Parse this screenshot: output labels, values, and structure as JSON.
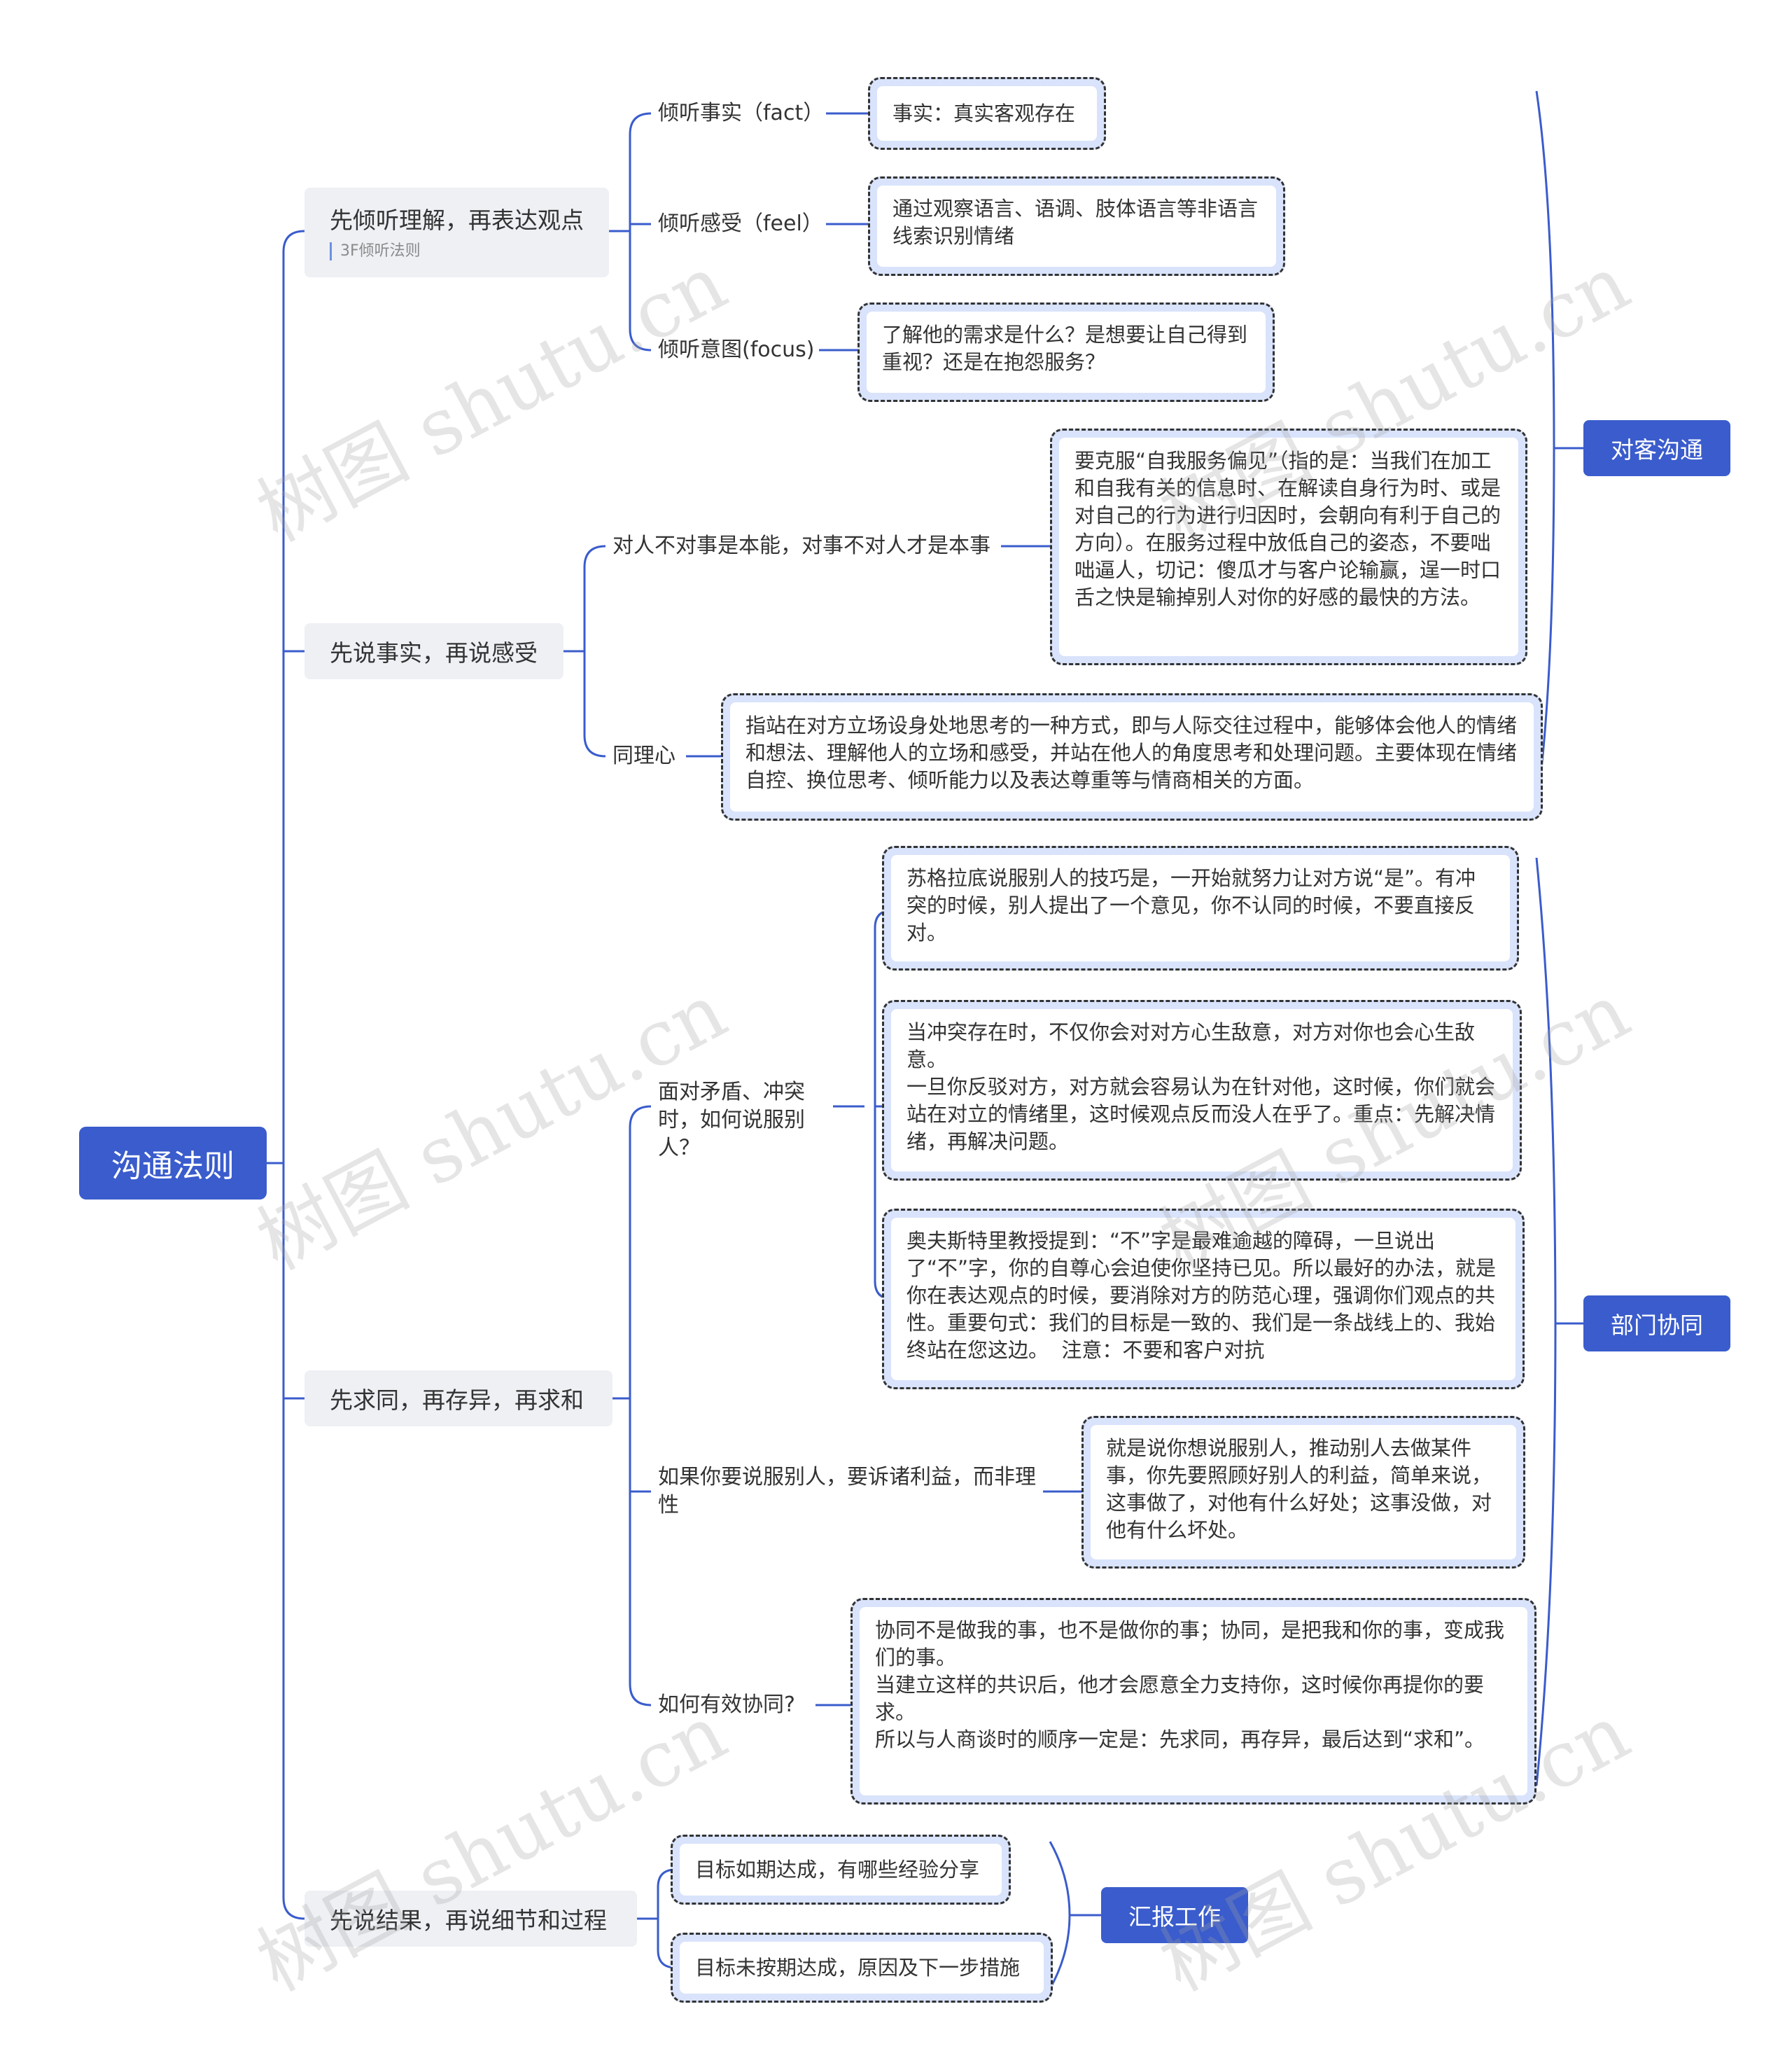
{
  "root": {
    "label": "沟通法则"
  },
  "branches": [
    {
      "label": "先倾听理解，再表达观点",
      "note": "3F倾听法则",
      "children": [
        {
          "label": "倾听事实（fact）",
          "detail": "事实：真实客观存在"
        },
        {
          "label": "倾听感受（feel）",
          "detail": "通过观察语言、语调、肢体语言等非语言线索识别情绪"
        },
        {
          "label": "倾听意图(focus)",
          "detail": "了解他的需求是什么？是想要让自己得到重视？还是在抱怨服务？"
        }
      ]
    },
    {
      "label": "先说事实，再说感受",
      "children": [
        {
          "label": "对人不对事是本能，对事不对人才是本事",
          "detail": "要克服“自我服务偏见”（指的是：当我们在加工和自我有关的信息时、在解读自身行为时、或是对自己的行为进行归因时，会朝向有利于自己的方向）。在服务过程中放低自己的姿态，不要咄咄逼人，切记：傻瓜才与客户论输赢，逞一时口舌之快是输掉别人对你的好感的最快的方法。"
        },
        {
          "label": "同理心",
          "detail": "指站在对方立场设身处地思考的一种方式，即与人际交往过程中，能够体会他人的情绪和想法、理解他人的立场和感受，并站在他人的角度思考和处理问题。主要体现在情绪自控、换位思考、倾听能力以及表达尊重等与情商相关的方面。"
        }
      ]
    },
    {
      "label": "先求同，再存异，再求和",
      "children": [
        {
          "label": "面对矛盾、冲突时，如何说服别人？",
          "details": [
            "苏格拉底说服别人的技巧是，一开始就努力让对方说“是”。有冲突的时候，别人提出了一个意见，你不认同的时候，不要直接反对。",
            "当冲突存在时，不仅你会对对方心生敌意，对方对你也会心生敌意。\n一旦你反驳对方，对方就会容易认为在针对他，这时候，你们就会站在对立的情绪里，这时候观点反而没人在乎了。重点：先解决情绪，再解决问题。",
            "奥夫斯特里教授提到：“不”字是最难逾越的障碍，一旦说出了“不”字，你的自尊心会迫使你坚持已见。所以最好的办法，就是你在表达观点的时候，要消除对方的防范心理，强调你们观点的共性。重要句式：我们的目标是一致的、我们是一条战线上的、我始终站在您这边。  注意：不要和客户对抗"
          ]
        },
        {
          "label": "如果你要说服别人，要诉诸利益，而非理性",
          "detail": "就是说你想说服别人，推动别人去做某件事，你先要照顾好别人的利益，简单来说，这事做了，对他有什么好处；这事没做，对他有什么坏处。"
        },
        {
          "label": "如何有效协同?",
          "detail": "协同不是做我的事，也不是做你的事；协同，是把我和你的事，变成我们的事。\n当建立这样的共识后，他才会愿意全力支持你，这时候你再提你的要求。\n所以与人商谈时的顺序一定是：先求同，再存异，最后达到“求和”。"
        }
      ]
    },
    {
      "label": "先说结果，再说细节和过程",
      "children": [
        {
          "detail": "目标如期达成，有哪些经验分享"
        },
        {
          "detail": "目标未按期达成，原因及下一步措施"
        }
      ]
    }
  ],
  "summaries": [
    {
      "label": "对客沟通"
    },
    {
      "label": "部门协同"
    },
    {
      "label": "汇报工作"
    }
  ],
  "watermark": "树图 shutu.cn",
  "colors": {
    "accent": "#3a5ccc",
    "line": "#3a5ccc",
    "card_fill": "#d9e3fb",
    "node_fill": "#eef0f4"
  }
}
